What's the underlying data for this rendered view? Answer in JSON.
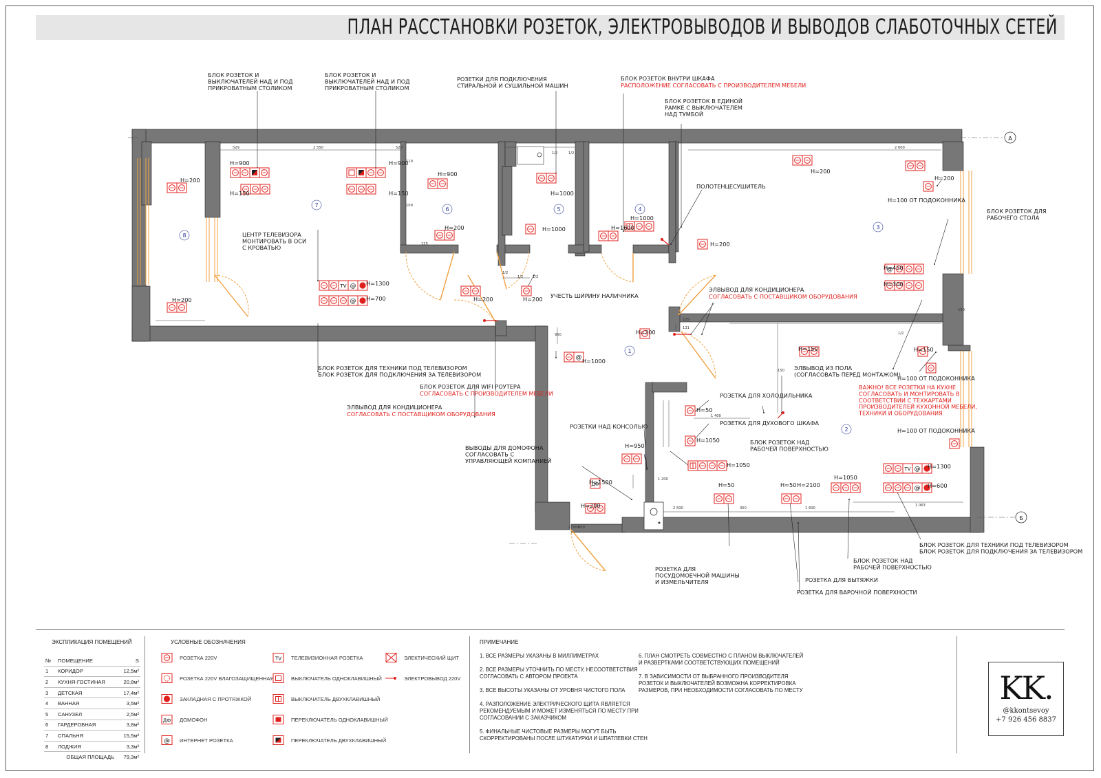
{
  "title": "ПЛАН РАССТАНОВКИ РОЗЕТОК, ЭЛЕКТРОВЫВОДОВ И ВЫВОДОВ СЛАБОТОЧНЫХ СЕТЕЙ",
  "axes": {
    "a": "А",
    "b": "Б"
  },
  "room_numbers": [
    "1",
    "2",
    "3",
    "4",
    "5",
    "6",
    "7",
    "8"
  ],
  "annotations": {
    "bed1": "БЛОК РОЗЕТОК И\nВЫКЛЮЧАТЕЛЕЙ НАД И ПОД\nПРИКРОВАТНЫМ СТОЛИКОМ",
    "bed2": "БЛОК РОЗЕТОК И\nВЫКЛЮЧАТЕЛЕЙ НАД И ПОД\nПРИКРОВАТНЫМ СТОЛИКОМ",
    "washer": "РОЗЕТКИ ДЛЯ ПОДКЛЮЧЕНИЯ\nСТИРАЛЬНОЙ И СУШИЛЬНОЙ МАШИН",
    "wardrobe": "БЛОК РОЗЕТОК ВНУТРИ ШКАФА",
    "wardrobe_red": "РАСПОЛОЖЕНИЕ СОГЛАСОВАТЬ С ПРОИЗВОДИТЕЛЕМ МЕБЕЛИ",
    "nightstand": "БЛОК РОЗЕТОК В ЕДИНОЙ\nРАМКЕ С ВЫКЛЮЧАТЕЛЕМ\nНАД ТУМБОЙ",
    "towel": "ПОЛОТЕНЦЕСУШИТЕЛЬ",
    "tv_center": "ЦЕНТР ТЕЛЕВИЗОРА\nМОНТИРОВАТЬ В ОСИ\nС КРОВАТЬЮ",
    "trim": "УЧЕСТЬ ШИРИНУ НАЛИЧНИКА",
    "ac1": "ЭЛВЫВОД ДЛЯ КОНДИЦИОНЕРА",
    "ac1_red": "СОГЛАСОВАТЬ С ПОСТАВЩИКОМ ОБОРУДОВАНИЯ",
    "desk": "БЛОК РОЗЕТОК ДЛЯ\nРАБОЧЕГО СТОЛА",
    "sill1": "Н=100 ОТ ПОДОКОННИКА",
    "sill2": "Н=100 ОТ ПОДОКОННИКА",
    "sill3": "Н=100 ОТ ПОДОКОННИКА",
    "tvblock1": "БЛОК РОЗЕТОК ДЛЯ ТЕХНИКИ ПОД ТЕЛЕВИЗОРОМ\nБЛОК РОЗЕТОК ДЛЯ ПОДКЛЮЧЕНИЯ ЗА ТЕЛЕВИЗОРОМ",
    "wifi": "БЛОК РОЗЕТОК ДЛЯ WIFI РОУТЕРА",
    "wifi_red": "СОГЛАСОВАТЬ С ПРОИЗВОДИТЕЛЕМ МЕБЕЛИ",
    "ac2": "ЭЛВЫВОД ДЛЯ КОНДИЦИОНЕРА",
    "ac2_red": "СОГЛАСОВАТЬ С ПОСТАВЩИКОМ ОБОРУДОВАНИЯ",
    "floor": "ЭЛВЫВОД ИЗ ПОЛА\n(СОГЛАСОВАТЬ ПЕРЕД МОНТАЖОМ)",
    "kitchen_red": "ВАЖНО! ВСЕ РОЗЕТКИ НА КУХНЕ\nСОГЛАСОВАТЬ И МОНТИРОВАТЬ В\nСООТВЕТСТВИИ С ТЕХКАРТАМИ\nПРОИЗВОДИТЕЛЕЙ КУХОННОЙ МЕБЕЛИ,\nТЕХНИКИ И ОБОРУДОВАНИЯ",
    "fridge": "РОЗЕТКА ДЛЯ ХОЛОДИЛЬНИКА",
    "oven": "РОЗЕТКА ДЛЯ ДУХОВОГО ШКАФА",
    "console": "РОЗЕТКИ НАД КОНСОЛЬЮ",
    "worktop1": "БЛОК РОЗЕТОК НАД\nРАБОЧЕЙ ПОВЕРХНОСТЬЮ",
    "intercom": "ВЫВОДЫ ДЛЯ ДОМОФОНА\nСОГЛАСОВАТЬ С\nУПРАВЛЯЮЩЕЙ КОМПАНИЕЙ",
    "dishwasher": "РОЗЕТКА ДЛЯ\nПОСУДОМОЕЧНОЙ МАШИНЫ\nИ ИЗМЕЛЬЧИТЕЛЯ",
    "hood": "РОЗЕТКА ДЛЯ ВЫТЯЖКИ",
    "hob": "РОЗЕТКА ДЛЯ ВАРОЧНОЙ ПОВЕРХНОСТИ",
    "worktop2": "БЛОК РОЗЕТОК НАД\nРАБОЧЕЙ ПОВЕРХНОСТЬЮ",
    "tvblock2": "БЛОК РОЗЕТОК ДЛЯ ТЕХНИКИ ПОД ТЕЛЕВИЗОРОМ\nБЛОК РОЗЕТОК ДЛЯ ПОДКЛЮЧЕНИЯ ЗА ТЕЛЕВИЗОРОМ"
  },
  "heights": {
    "h200": "Н=200",
    "h900": "Н=900",
    "h150": "Н=150",
    "h1000": "Н=1000",
    "h1600": "Н=1600",
    "h1300": "Н=1300",
    "h700": "Н=700",
    "h450": "Н=450",
    "h300": "Н=300",
    "h50": "Н=50",
    "h1050": "Н=1050",
    "h950": "Н=950",
    "h1500": "Н=1500",
    "h2100": "Н=2100",
    "h600": "Н=600"
  },
  "dimensions": [
    "529",
    "2 550",
    "529",
    "2 600",
    "1/2",
    "1/2",
    "1/2",
    "1/2",
    "1/2",
    "1/2",
    "150",
    "150",
    "2 500",
    "350",
    "1 600",
    "1 063",
    "1 400",
    "950",
    "1 200",
    "2 300",
    "800",
    "105",
    "131",
    "119",
    "109",
    "125",
    "125"
  ],
  "socket_symbols": {
    "tv": "TV",
    "df": "ДФ",
    "net": "@"
  },
  "explication": {
    "title": "ЭКСПЛИКАЦИЯ ПОМЕЩЕНИЙ",
    "headers": [
      "№",
      "ПОМЕЩЕНИЕ",
      "S"
    ],
    "rows": [
      [
        "1",
        "КОРИДОР",
        "12,5м²"
      ],
      [
        "2",
        "КУХНЯ-ГОСТИНАЯ",
        "20,8м²"
      ],
      [
        "3",
        "ДЕТСКАЯ",
        "17,4м²"
      ],
      [
        "4",
        "ВАННАЯ",
        "3,5м²"
      ],
      [
        "5",
        "САНУЗЕЛ",
        "2,5м²"
      ],
      [
        "6",
        "ГАРДЕРОБНАЯ",
        "3,8м²"
      ],
      [
        "7",
        "СПАЛЬНЯ",
        "15,5м²"
      ],
      [
        "8",
        "ЛОДЖИЯ",
        "3,3м²"
      ]
    ],
    "total_label": "ОБЩАЯ ПЛОЩАДЬ",
    "total_value": "79,3м²"
  },
  "legend": {
    "title": "УСЛОВНЫЕ ОБОЗНАЧЕНИЯ",
    "col1": [
      "РОЗЕТКА 220V",
      "РОЗЕТКА 220V ВЛАГОЗАЩИЩЕННАЯ",
      "ЗАКЛАДНАЯ С ПРОТЯЖКОЙ",
      "ДОМОФОН",
      "ИНТЕРНЕТ РОЗЕТКА"
    ],
    "col2": [
      "ТЕЛЕВИЗИОННАЯ РОЗЕТКА",
      "ВЫКЛЮЧАТЕЛЬ ОДНОКЛАВИШНЫЙ",
      "ВЫКЛЮЧАТЕЛЬ ДВУХКЛАВИШНЫЙ",
      "ПЕРЕКЛЮЧАТЕЛЬ ОДНОКЛАВИШНЫЙ",
      "ПЕРЕКЛЮЧАТЕЛЬ ДВУХКЛАВИШНЫЙ"
    ],
    "col3": [
      "ЭЛЕКТИЧЕСКИЙ ЩИТ",
      "ЭЛЕКТРОВЫВОД 220V"
    ],
    "sym_tv": "TV",
    "sym_df": "ДФ",
    "sym_net": "@"
  },
  "notes": {
    "title": "ПРИМЕЧАНИЕ",
    "left": [
      "1. ВСЕ РАЗМЕРЫ УКАЗАНЫ В МИЛЛИМЕТРАХ",
      "2. ВСЕ РАЗМЕРЫ УТОЧНИТЬ ПО МЕСТУ, НЕСООТВЕТСТВИЯ\nСОГЛАСОВАТЬ С АВТОРОМ ПРОЕКТА",
      "3. ВСЕ ВЫСОТЫ УКАЗАНЫ ОТ УРОВНЯ ЧИСТОГО ПОЛА",
      "4. РАЗПОЛОЖЕНИЕ ЭЛЕКТРИЧЕСКОГО ЩИТА ЯВЛЯЕТСЯ\nРЕКОМЕНДУЕМЫМ И МОЖЕТ ИЗМЕНЯТЬСЯ ПО МЕСТУ ПРИ\nСОГЛАСОВАНИИ С ЗАКАЗЧИКОМ",
      "5. ФИНАЛЬНЫЕ ЧИСТОВЫЕ РАЗМЕРЫ МОГУТ БЫТЬ\nСКОРРЕКТИРОВАНЫ ПОСЛЕ ШТУКАТУРКИ И ШПАТЛЕВКИ СТЕН"
    ],
    "right": [
      "6. ПЛАН СМОТРЕТЬ СОВМЕСТНО С ПЛАНОМ ВЫКЛЮЧАТЕЛЕЙ\nИ РАЗВЕРТКАМИ СООТВЕТСТВУЮЩИХ ПОМЕЩЕНИЙ",
      "7. В ЗАВИСИМОСТИ ОТ ВЫБРАННОГО ПРОИЗВОДИТЕЛЯ\nРОЗЕТОК И ВЫКЛЮЧАТЕЛЕЙ ВОЗМОЖНА КОРРЕКТИРОВКА\nРАЗМЕРОВ, ПРИ НЕОБХОДИМОСТИ СОГЛАСОВАТЬ ПО МЕСТУ"
    ]
  },
  "logo": {
    "mark": "KK.",
    "handle": "@kkontsevoy",
    "phone": "+7 926 456 8837"
  },
  "colors": {
    "wall": "#777777",
    "symbol": "#e0201c",
    "window": "#f0a040",
    "room_no": "#2a3a9a"
  }
}
